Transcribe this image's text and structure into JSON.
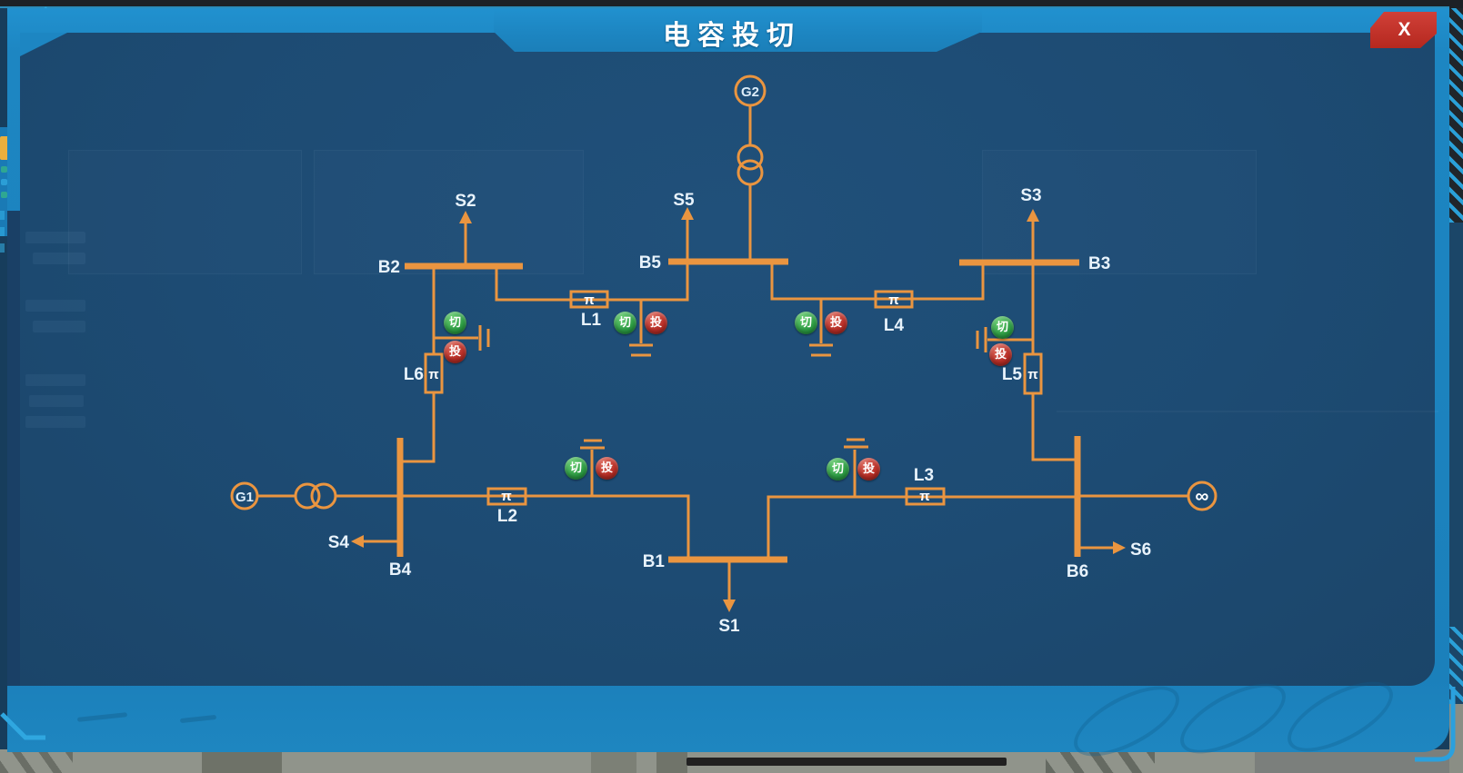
{
  "window": {
    "title": "电容投切",
    "close_label": "X"
  },
  "diagram": {
    "buses": {
      "b1": "B1",
      "b2": "B2",
      "b3": "B3",
      "b4": "B4",
      "b5": "B5",
      "b6": "B6"
    },
    "lines": {
      "l1": "L1",
      "l2": "L2",
      "l3": "L3",
      "l4": "L4",
      "l5": "L5",
      "l6": "L6"
    },
    "loads": {
      "s1": "S1",
      "s2": "S2",
      "s3": "S3",
      "s4": "S4",
      "s5": "S5",
      "s6": "S6"
    },
    "generators": {
      "g1": "G1",
      "g2": "G2"
    },
    "symbols": {
      "pi": "π",
      "infinity": "∞"
    },
    "buttons": {
      "cut": "切",
      "insert": "投"
    }
  },
  "colors": {
    "line_orange": "#ea9540",
    "panel_blue": "#1d4b73",
    "frame_blue": "#1e87c3",
    "cut_green": "#2f9e45",
    "insert_red": "#b92f27",
    "close_red": "#c0342c"
  }
}
